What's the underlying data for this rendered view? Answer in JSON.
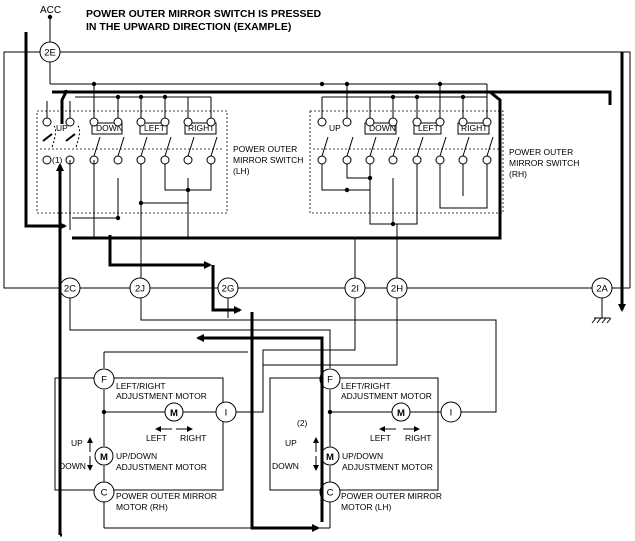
{
  "title": {
    "line1": "POWER OUTER MIRROR SWITCH IS PRESSED",
    "line2": "IN THE UPWARD DIRECTION (EXAMPLE)"
  },
  "supply": "ACC",
  "terminals": {
    "t2E": "2E",
    "t2C": "2C",
    "t2J": "2J",
    "t2G": "2G",
    "t2I": "2I",
    "t2H": "2H",
    "t2A": "2A"
  },
  "switch_lh": {
    "up": "UP",
    "down": "DOWN",
    "left": "LEFT",
    "right": "RIGHT",
    "marker": "(1)",
    "name1": "POWER OUTER",
    "name2": "MIRROR SWITCH",
    "name3": "(LH)"
  },
  "switch_rh": {
    "up": "UP",
    "down": "DOWN",
    "left": "LEFT",
    "right": "RIGHT",
    "name1": "POWER OUTER",
    "name2": "MIRROR SWITCH",
    "name3": "(RH)"
  },
  "motor_rh": {
    "pin_f": "F",
    "pin_i": "I",
    "pin_c": "C",
    "motor_symbol": "M",
    "lr_label1": "LEFT/RIGHT",
    "lr_label2": "ADJUSTMENT MOTOR",
    "left": "LEFT",
    "right": "RIGHT",
    "ud_label1": "UP/DOWN",
    "ud_label2": "ADJUSTMENT MOTOR",
    "up": "UP",
    "down": "DOWN",
    "name1": "POWER OUTER MIRROR",
    "name2": "MOTOR (RH)"
  },
  "motor_lh": {
    "pin_f": "F",
    "pin_i": "I",
    "pin_c": "C",
    "motor_symbol": "M",
    "lr_label1": "LEFT/RIGHT",
    "lr_label2": "ADJUSTMENT MOTOR",
    "left": "LEFT",
    "right": "RIGHT",
    "ud_label1": "UP/DOWN",
    "ud_label2": "ADJUSTMENT MOTOR",
    "up": "UP",
    "down": "DOWN",
    "marker": "(2)",
    "name1": "POWER OUTER MIRROR",
    "name2": "MOTOR (LH)"
  }
}
